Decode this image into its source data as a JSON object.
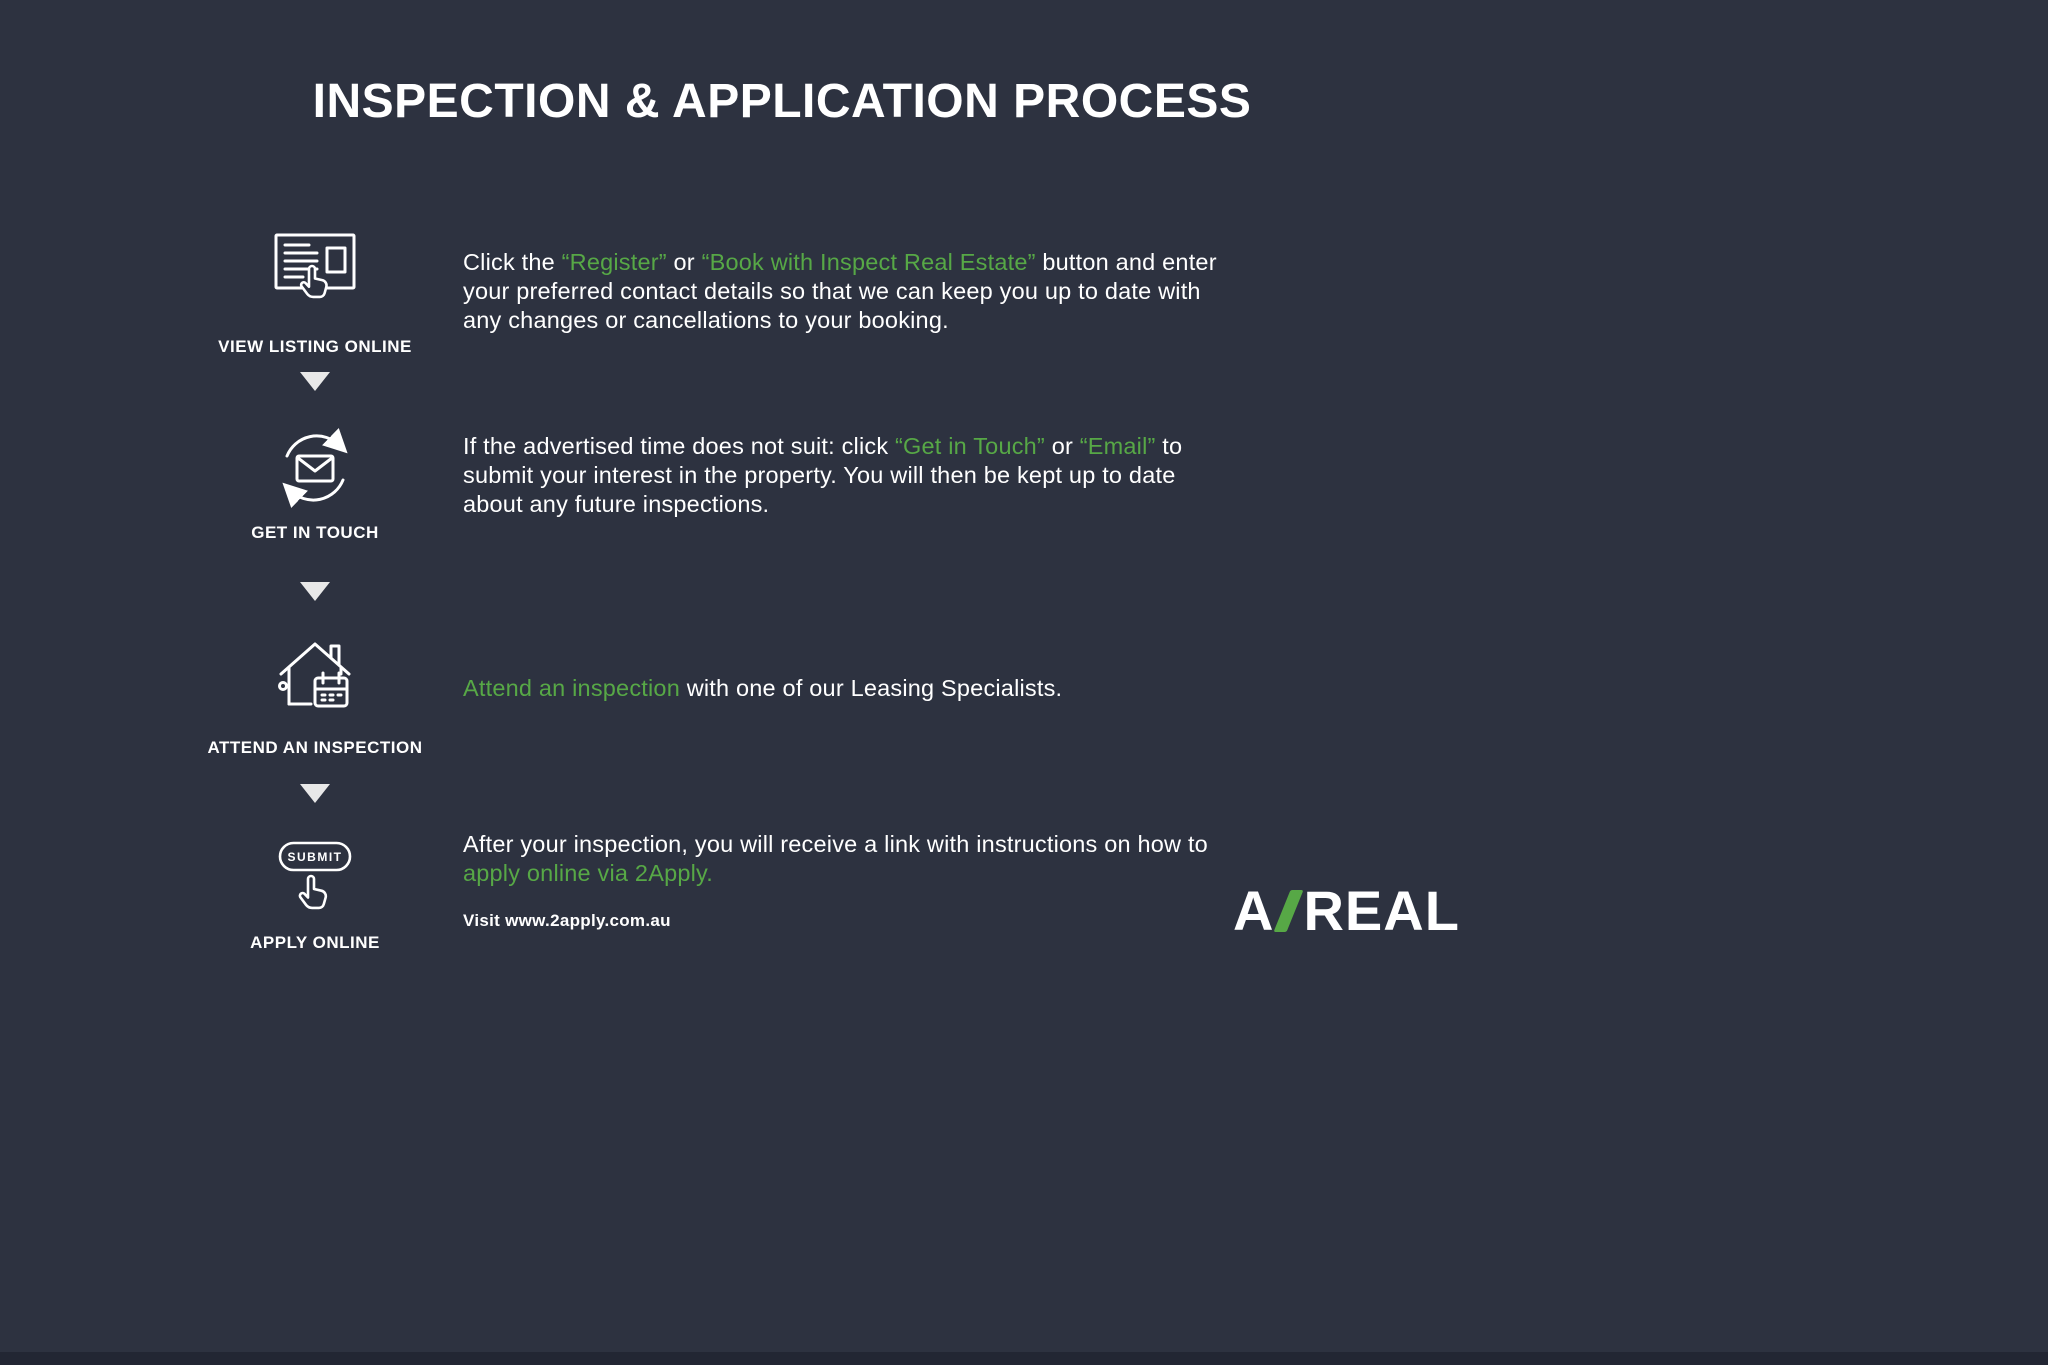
{
  "theme": {
    "background": "#2d3240",
    "accent": "#57a846",
    "text": "#ffffff",
    "arrow": "#e8e8e8",
    "footer": "#222633"
  },
  "title": "INSPECTION & APPLICATION PROCESS",
  "steps": [
    {
      "label": "VIEW LISTING ONLINE",
      "icon": "listing-cursor-icon",
      "segments": [
        {
          "text": "Click the ",
          "green": false
        },
        {
          "text": "“Register”",
          "green": true
        },
        {
          "text": " or ",
          "green": false
        },
        {
          "text": "“Book with Inspect Real Estate”",
          "green": true
        },
        {
          "text": " button and enter your preferred contact details so that we can keep you up to date with any changes or cancellations to your booking.",
          "green": false
        }
      ]
    },
    {
      "label": "GET IN TOUCH",
      "icon": "envelope-refresh-icon",
      "segments": [
        {
          "text": "If the advertised time does not suit: click ",
          "green": false
        },
        {
          "text": "“Get in Touch”",
          "green": true
        },
        {
          "text": " or ",
          "green": false
        },
        {
          "text": "“Email”",
          "green": true
        },
        {
          "text": " to submit your interest in the property. You will then be kept up to date about any future inspections.",
          "green": false
        }
      ]
    },
    {
      "label": "ATTEND AN INSPECTION",
      "icon": "house-calendar-icon",
      "segments": [
        {
          "text": "Attend an inspection",
          "green": true
        },
        {
          "text": " with one of our Leasing Specialists.",
          "green": false
        }
      ]
    },
    {
      "label": "APPLY ONLINE",
      "icon": "submit-button-icon",
      "button_text": "SUBMIT",
      "segments": [
        {
          "text": "After your inspection, you will receive a link with instructions on how to ",
          "green": false
        },
        {
          "text": "apply online via 2Apply.",
          "green": true
        }
      ],
      "note": "Visit www.2apply.com.au"
    }
  ],
  "logo": {
    "letter": "A",
    "word": "REAL"
  }
}
